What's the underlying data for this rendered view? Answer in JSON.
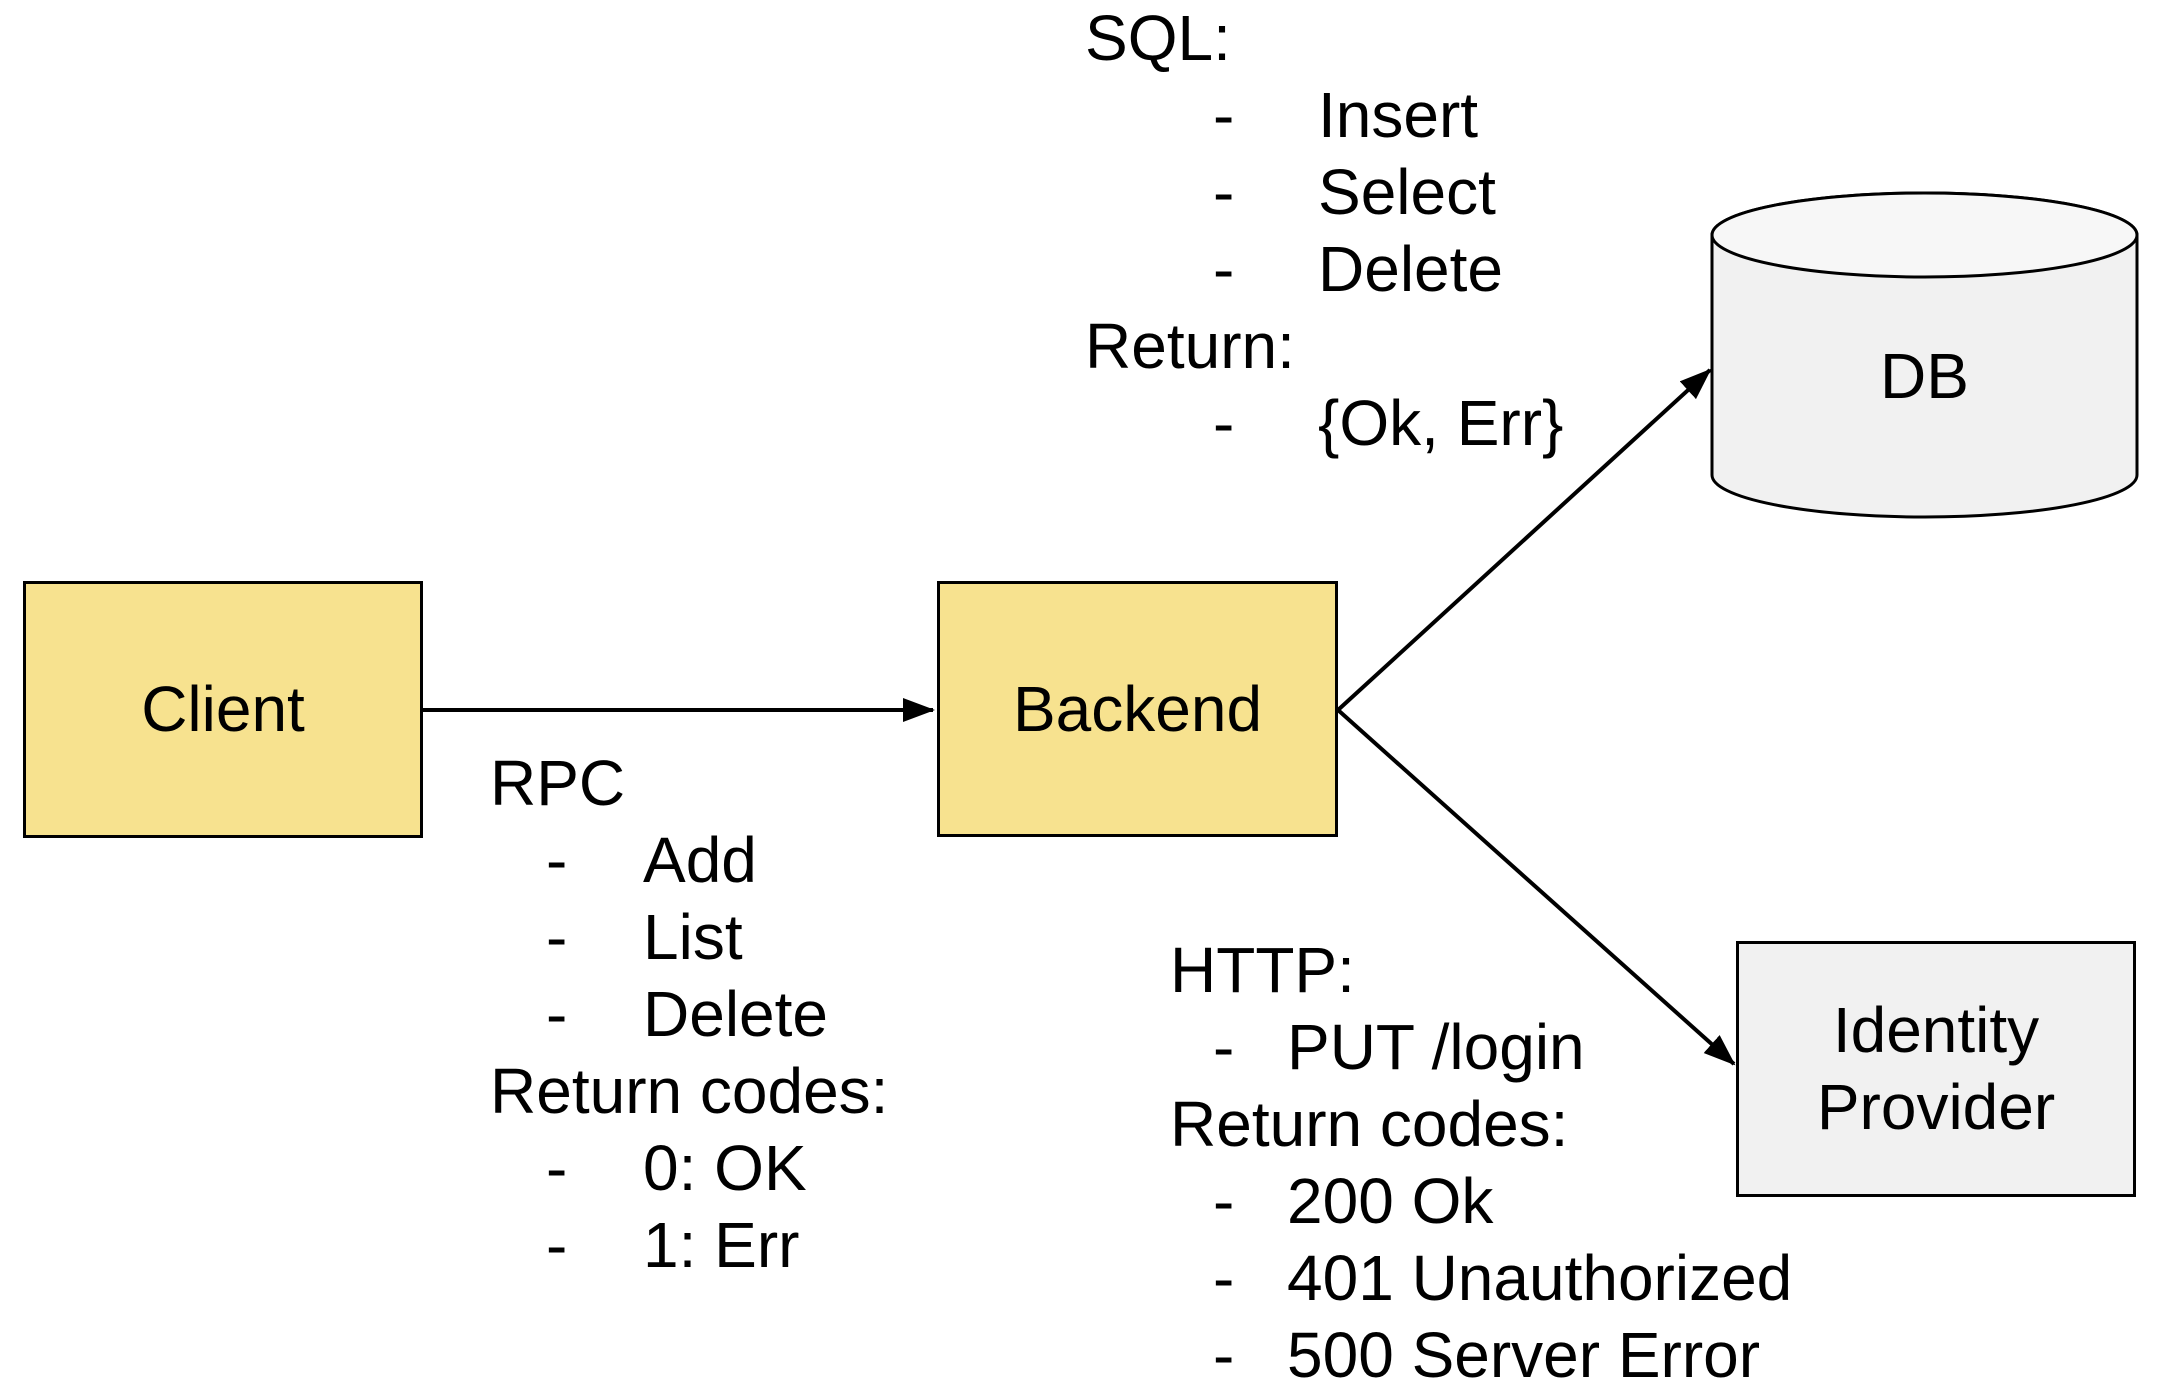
{
  "nodes": {
    "client": {
      "label": "Client"
    },
    "backend": {
      "label": "Backend"
    },
    "db": {
      "label": "DB"
    },
    "identity_provider": {
      "label_lines": [
        "Identity",
        "Provider"
      ]
    }
  },
  "annotations": {
    "rpc": {
      "title": "RPC",
      "bullet": "-",
      "items": [
        "Add",
        "List",
        "Delete"
      ],
      "subtitle": "Return codes:",
      "sub_items": [
        "0: OK",
        "1: Err"
      ]
    },
    "sql": {
      "title": "SQL:",
      "bullet": "-",
      "items": [
        "Insert",
        "Select",
        "Delete"
      ],
      "subtitle": "Return:",
      "sub_items": [
        "{Ok, Err}"
      ]
    },
    "http": {
      "title": "HTTP:",
      "bullet": "-",
      "items": [
        "PUT /login"
      ],
      "subtitle": "Return codes:",
      "sub_items": [
        "200 Ok",
        "401 Unauthorized",
        "500 Server Error"
      ]
    }
  },
  "edges": [
    {
      "from": "client",
      "to": "backend"
    },
    {
      "from": "backend",
      "to": "db"
    },
    {
      "from": "backend",
      "to": "identity_provider"
    }
  ],
  "colors": {
    "node_yellow": "#F7E28F",
    "node_gray": "#F1F1F1",
    "cylinder_top": "#F7F7F7",
    "stroke": "#000000",
    "text": "#000000",
    "background": "#FFFFFF"
  }
}
